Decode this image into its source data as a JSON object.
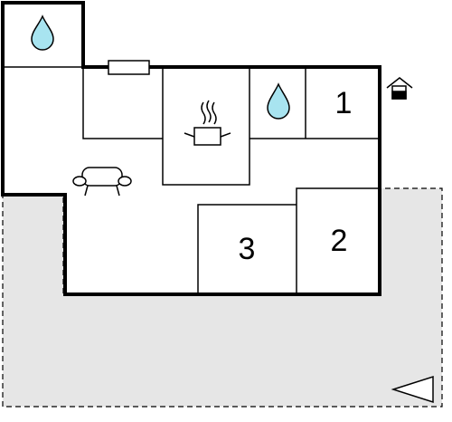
{
  "floorplan": {
    "colors": {
      "wall": "#000000",
      "terrace": "#e6e6e6",
      "water": "#a8e4f0",
      "background": "#ffffff"
    },
    "rooms": [
      {
        "id": "bedroom-1",
        "number": "1"
      },
      {
        "id": "bedroom-2",
        "number": "2"
      },
      {
        "id": "bedroom-3",
        "number": "3"
      }
    ],
    "icons": [
      {
        "name": "bathroom-water-drop-icon"
      },
      {
        "name": "shower-water-drop-icon"
      },
      {
        "name": "kitchen-pot-icon"
      },
      {
        "name": "living-room-sofa-icon"
      },
      {
        "name": "entrance-house-icon"
      },
      {
        "name": "window-icon"
      },
      {
        "name": "north-arrow-icon"
      }
    ]
  }
}
